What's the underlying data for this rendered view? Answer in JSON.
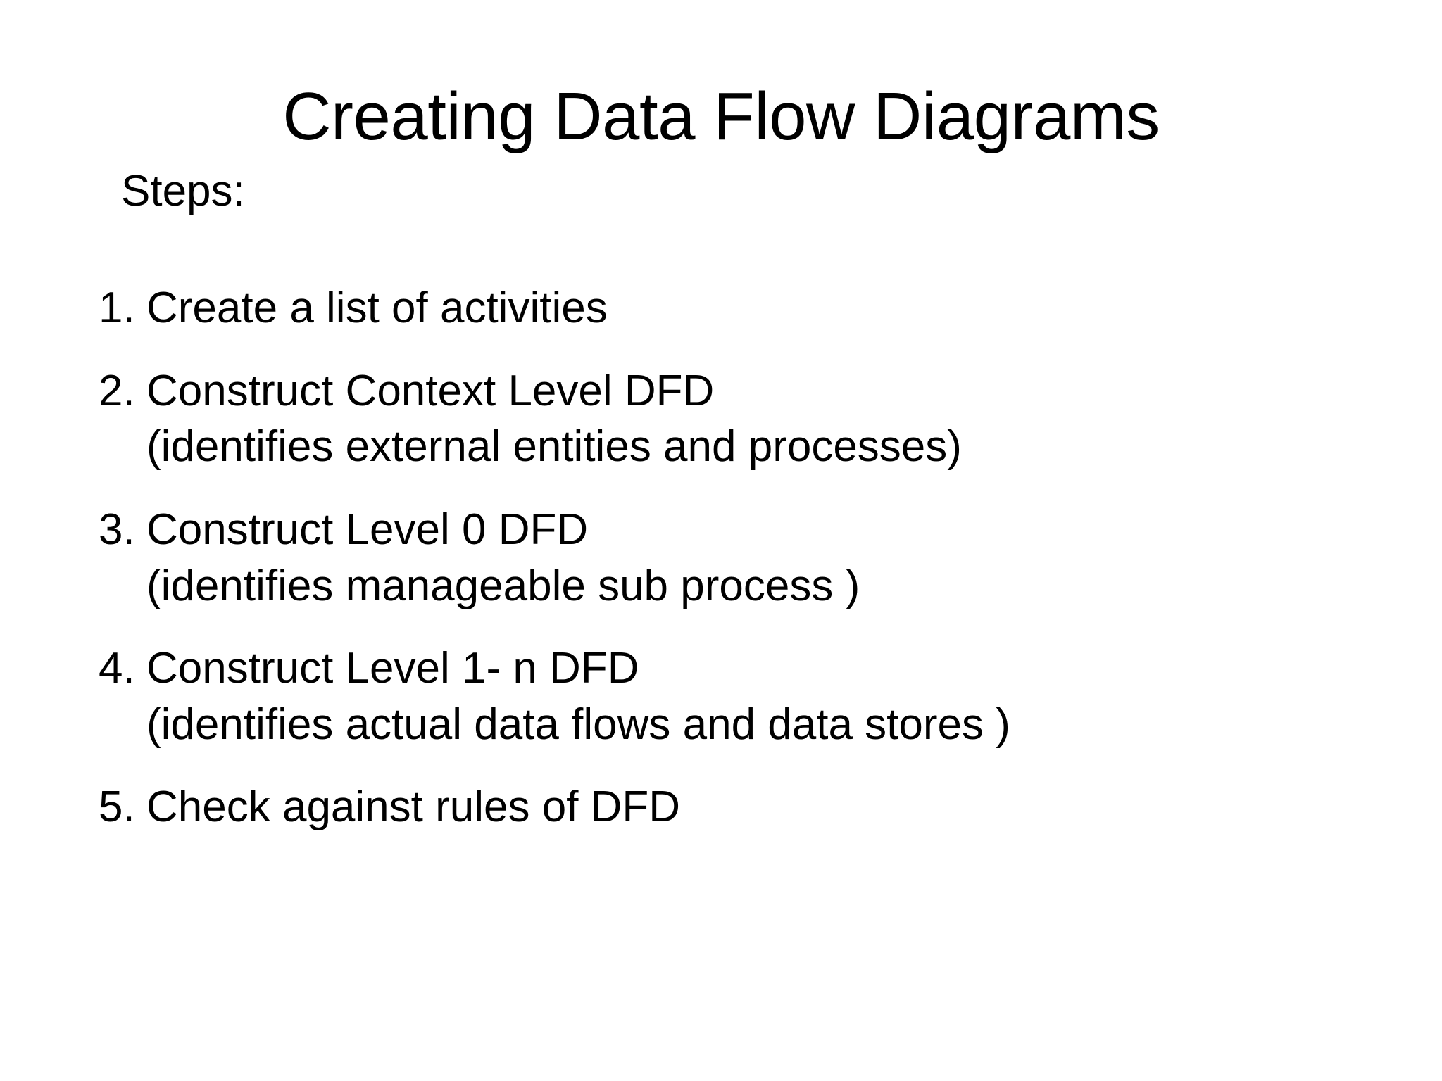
{
  "slide": {
    "title": "Creating Data Flow Diagrams",
    "steps_label": "Steps:",
    "background_color": "#ffffff",
    "text_color": "#000000",
    "steps": [
      {
        "number": "1.",
        "line1": "Create a list of activities",
        "line2": ""
      },
      {
        "number": "2.",
        "line1": "Construct Context Level DFD",
        "line2": "(identifies external entities and processes)"
      },
      {
        "number": "3.",
        "line1": "Construct Level 0 DFD",
        "line2": "(identifies manageable sub process )"
      },
      {
        "number": "4.",
        "line1": "Construct Level 1- n DFD",
        "line2": "(identifies actual data flows and data stores )"
      },
      {
        "number": "5.",
        "line1": "Check against rules of DFD",
        "line2": ""
      }
    ]
  }
}
